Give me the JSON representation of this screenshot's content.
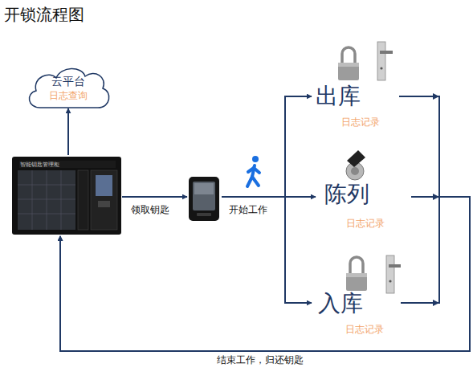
{
  "diagram": {
    "title": "开锁流程图",
    "nodes": [
      {
        "text": [
          "云平台",
          "日志查询"
        ]
      },
      {
        "text": [
          "智能钥匙管理柜"
        ]
      },
      {
        "text": []
      },
      {
        "text": [
          "出库",
          "日志记录"
        ]
      },
      {
        "text": [
          "陈列",
          "日志记录"
        ]
      },
      {
        "text": [
          "入库",
          "日志记录"
        ]
      }
    ],
    "edges": [
      {
        "from": 1,
        "to": 0,
        "arrow": "to"
      },
      {
        "from": 1,
        "to": 2,
        "arrow": "to",
        "label": "领取钥匙"
      },
      {
        "from": 2,
        "to": 3,
        "arrow": "to"
      },
      {
        "from": 2,
        "to": 4,
        "arrow": "to",
        "label": "开始工作"
      },
      {
        "from": 2,
        "to": 5,
        "arrow": "to"
      },
      {
        "from": 3,
        "to": 1,
        "arrow": "to"
      },
      {
        "from": 4,
        "to": 1,
        "arrow": "to",
        "label": "结束工作，归还钥匙"
      },
      {
        "from": 5,
        "to": 1,
        "arrow": "to"
      }
    ]
  }
}
